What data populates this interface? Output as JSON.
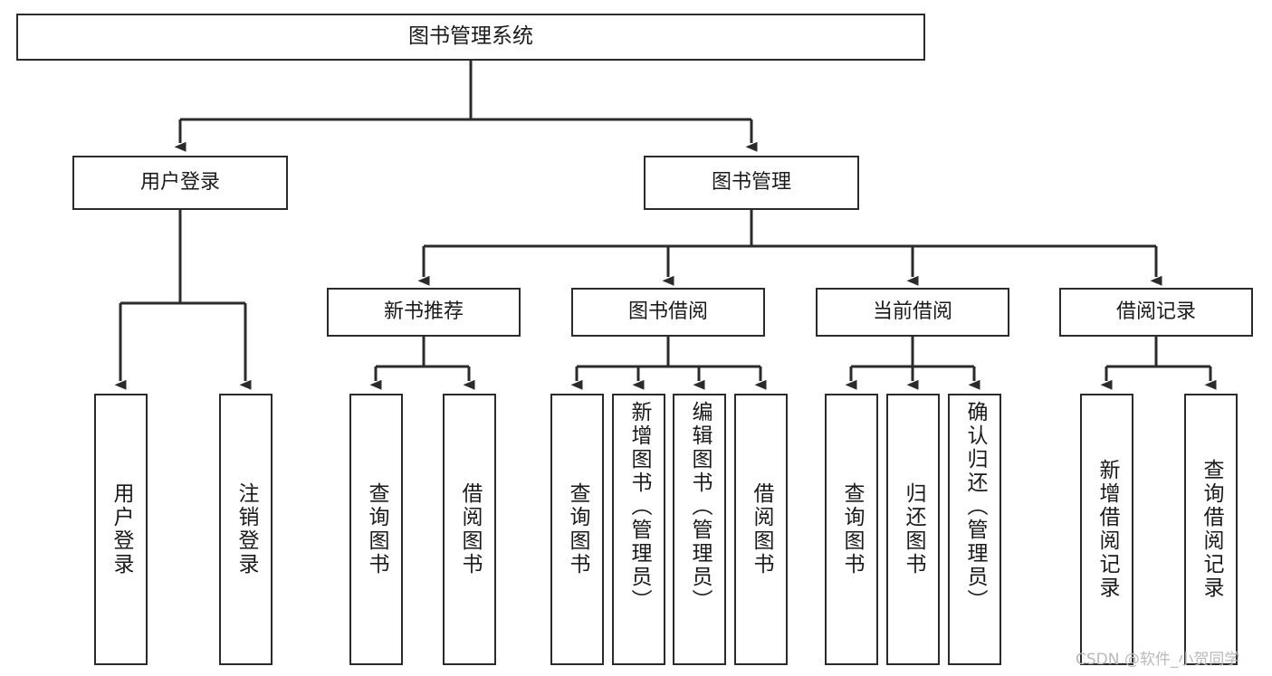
{
  "diagram": {
    "type": "tree",
    "title": "图书管理系统",
    "colors": {
      "stroke": "#2b2b2b",
      "fill": "#ffffff",
      "text": "#1a1a1a",
      "watermark": "#b9b9b9"
    },
    "root": {
      "label": "图书管理系统"
    },
    "level2": [
      {
        "label": "用户登录"
      },
      {
        "label": "图书管理"
      }
    ],
    "level3": [
      {
        "label": "新书推荐"
      },
      {
        "label": "图书借阅"
      },
      {
        "label": "当前借阅"
      },
      {
        "label": "借阅记录"
      }
    ],
    "leaves": {
      "user_login": [
        {
          "label": "用户登录"
        },
        {
          "label": "注销登录"
        }
      ],
      "new_book_recommend": [
        {
          "label": "查询图书"
        },
        {
          "label": "借阅图书"
        }
      ],
      "book_borrow": [
        {
          "label": "查询图书"
        },
        {
          "label": "新增图书（管理员）"
        },
        {
          "label": "编辑图书（管理员）"
        },
        {
          "label": "借阅图书"
        }
      ],
      "current_borrow": [
        {
          "label": "查询图书"
        },
        {
          "label": "归还图书"
        },
        {
          "label": "确认归还（管理员）"
        }
      ],
      "borrow_record": [
        {
          "label": "新增借阅记录"
        },
        {
          "label": "查询借阅记录"
        }
      ]
    }
  },
  "watermark": {
    "text": "CSDN @软件_小贺同学"
  }
}
